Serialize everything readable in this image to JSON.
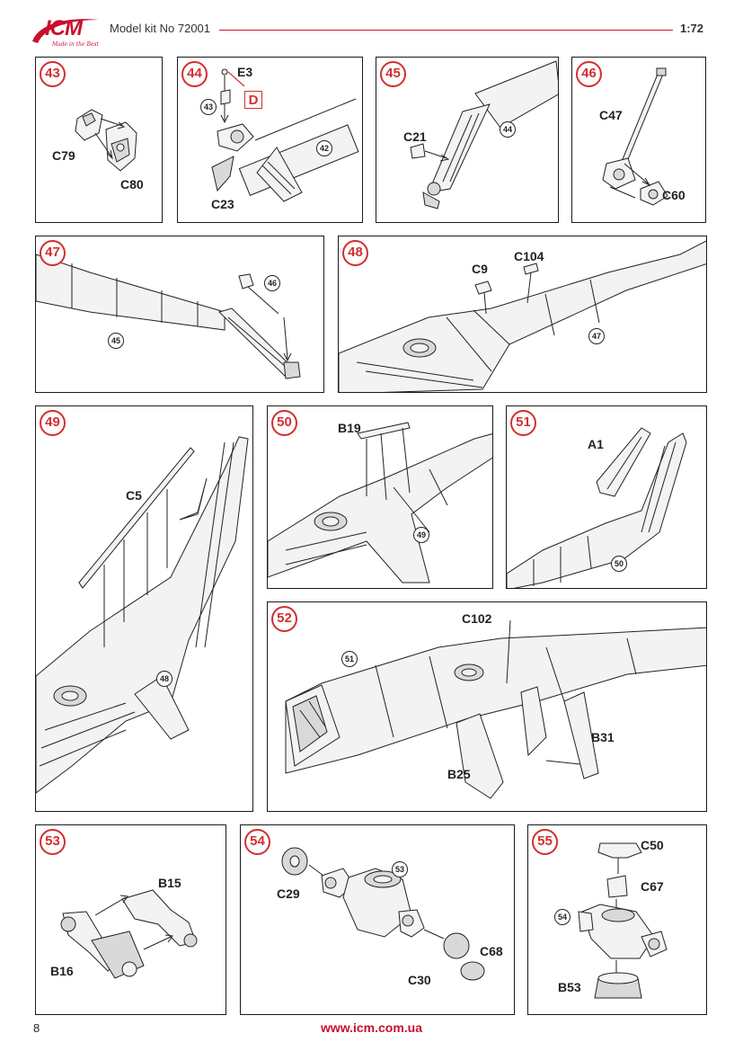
{
  "header": {
    "logo_text": "ICM",
    "logo_tagline": "Made in the Best",
    "kit_title": "Model kit No 72001",
    "scale": "1:72"
  },
  "steps": {
    "s43": {
      "num": "43",
      "parts": [
        "C79",
        "C80"
      ]
    },
    "s44": {
      "num": "44",
      "parts": [
        "E3",
        "C23"
      ],
      "detail": "D",
      "refs": [
        "43",
        "42"
      ]
    },
    "s45": {
      "num": "45",
      "parts": [
        "C21"
      ],
      "refs": [
        "44"
      ]
    },
    "s46": {
      "num": "46",
      "parts": [
        "C47",
        "C60"
      ]
    },
    "s47": {
      "num": "47",
      "refs": [
        "46",
        "45"
      ]
    },
    "s48": {
      "num": "48",
      "parts": [
        "C9",
        "C104"
      ],
      "refs": [
        "47"
      ]
    },
    "s49": {
      "num": "49",
      "parts": [
        "C5"
      ],
      "refs": [
        "48"
      ]
    },
    "s50": {
      "num": "50",
      "parts": [
        "B19"
      ],
      "refs": [
        "49"
      ]
    },
    "s51": {
      "num": "51",
      "parts": [
        "A1"
      ],
      "refs": [
        "50"
      ]
    },
    "s52": {
      "num": "52",
      "parts": [
        "C102",
        "B31",
        "B25"
      ],
      "refs": [
        "51"
      ]
    },
    "s53": {
      "num": "53",
      "parts": [
        "B15",
        "B16"
      ]
    },
    "s54": {
      "num": "54",
      "parts": [
        "C29",
        "C68",
        "C30"
      ],
      "refs": [
        "53"
      ]
    },
    "s55": {
      "num": "55",
      "parts": [
        "C50",
        "C67",
        "B53"
      ],
      "refs": [
        "54"
      ]
    }
  },
  "footer": {
    "page_number": "8",
    "url": "www.icm.com.ua"
  },
  "colors": {
    "accent_red": "#c8102e",
    "step_circle": "#d32f2f",
    "panel_border": "#1a1a1a"
  }
}
